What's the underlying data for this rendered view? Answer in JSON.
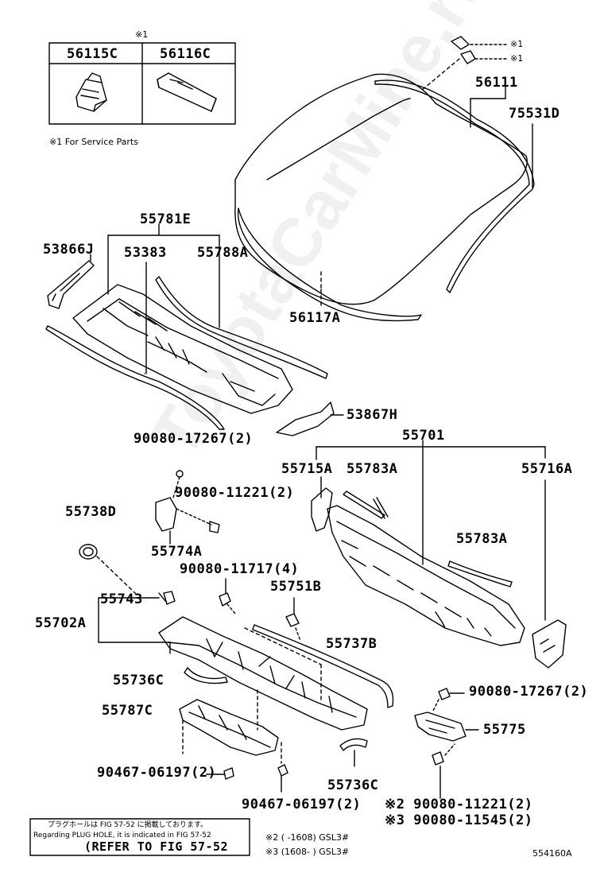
{
  "watermark": "ToyotaCarMine.ru",
  "service_box": {
    "mark": "※1",
    "part_a": "56115C",
    "part_b": "56116C",
    "note": "※1 For Service Parts"
  },
  "callouts": {
    "mark1_a": "※1",
    "mark1_b": "※1"
  },
  "parts": {
    "p56111": "56111",
    "p75531D": "75531D",
    "p55781E": "55781E",
    "p53866J": "53866J",
    "p53383": "53383",
    "p55788A": "55788A",
    "p56117A": "56117A",
    "p53867H": "53867H",
    "p55701": "55701",
    "p90080_17267_a": "90080-17267(2)",
    "p55715A": "55715A",
    "p55783A_a": "55783A",
    "p55716A": "55716A",
    "p90080_11221_a": "90080-11221(2)",
    "p55738D": "55738D",
    "p55774A": "55774A",
    "p55783A_b": "55783A",
    "p90080_11717": "90080-11717(4)",
    "p55751B": "55751B",
    "p55743": "55743",
    "p55702A": "55702A",
    "p55737B": "55737B",
    "p55736C_a": "55736C",
    "p90080_17267_b": "90080-17267(2)",
    "p55787C": "55787C",
    "p55775": "55775",
    "p90467_06197_a": "90467-06197(2)",
    "p55736C_b": "55736C",
    "p90467_06197_b": "90467-06197(2)",
    "p90080_11221_b": "※2 90080-11221(2)",
    "p90080_11545": "※3 90080-11545(2)"
  },
  "ref_box": {
    "line1": "プラグホールは FIG 57-52 に掲載しております。",
    "line2": "Regarding PLUG HOLE, it is indicated in FIG 57-52",
    "line3": "(REFER TO FIG 57-52"
  },
  "footnotes": {
    "note2": "※2 (     -1608) GSL3#",
    "note3": "※3 (1608-     ) GSL3#"
  },
  "figure_id": "554160A"
}
